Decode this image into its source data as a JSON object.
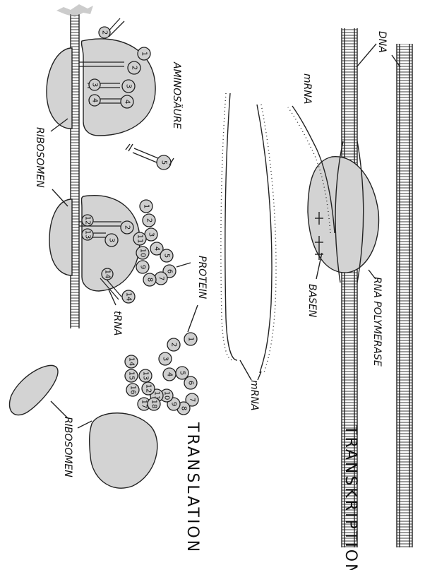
{
  "labels": {
    "dna": "DNA",
    "mrna_top": "mRNA",
    "rna_polymerase": "RNA POLYMERASE",
    "basen": "BASEN",
    "mrna_bottom": "mRNA",
    "transkription": "TRANSKRIPTION",
    "translation": "TRANSLATION",
    "aminosaeure": "AMINOSÄURE",
    "ribosomen_left": "RIBOSOMEN",
    "ribosomen_bottom": "RIBOSOMEN",
    "protein": "PROTEIN",
    "trna": "tRNA"
  },
  "ribosome1_numbers": [
    "1",
    "2",
    "3",
    "4",
    "3",
    "4",
    "2"
  ],
  "ribosome2_numbers": [
    "2",
    "12",
    "13",
    "3",
    "14",
    "14"
  ],
  "free_amino": "5",
  "protein_chain_a": [
    "1",
    "2",
    "3",
    "4",
    "5",
    "6",
    "7",
    "8",
    "9",
    "10",
    "11"
  ],
  "protein_chain_b": [
    "1",
    "2",
    "3",
    "4",
    "5",
    "6",
    "7",
    "8",
    "9",
    "10",
    "11",
    "12",
    "13",
    "14",
    "15",
    "16",
    "17",
    "18"
  ],
  "colors": {
    "ink": "#222222",
    "shading": "#d3d3d3",
    "paper": "#ffffff"
  }
}
